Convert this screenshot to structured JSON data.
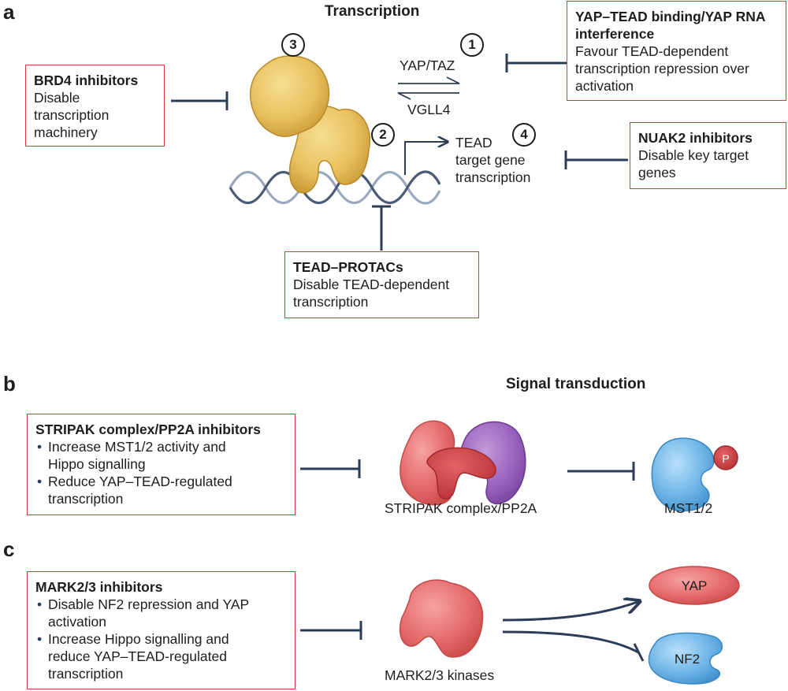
{
  "panel_a": {
    "letter": "a",
    "title": "Transcription",
    "step_numbers": [
      "1",
      "2",
      "3",
      "4"
    ],
    "yap_taz_label": "YAP/TAZ",
    "vgll4_label": "VGLL4",
    "target_gene_label": [
      "TEAD",
      "target gene",
      "transcription"
    ],
    "boxes": {
      "brd4": {
        "title": "BRD4 inhibitors",
        "lines": [
          "Disable",
          "transcription",
          "machinery"
        ]
      },
      "yap_tead": {
        "title_lines": [
          "YAP–TEAD binding/YAP RNA",
          "interference"
        ],
        "lines": [
          "Favour TEAD-dependent",
          "transcription repression over",
          "activation"
        ]
      },
      "nuak2": {
        "title": "NUAK2 inhibitors",
        "lines": [
          "Disable key target",
          "genes"
        ]
      },
      "protacs": {
        "title": "TEAD–PROTACs",
        "lines": [
          "Disable TEAD-dependent",
          "transcription"
        ]
      }
    }
  },
  "panel_b": {
    "letter": "b",
    "title": "Signal transduction",
    "box": {
      "title": "STRIPAK complex/PP2A inhibitors",
      "bullets": [
        [
          "Increase MST1/2 activity and",
          "Hippo signalling"
        ],
        [
          "Reduce YAP–TEAD-regulated",
          "transcription"
        ]
      ]
    },
    "stripak_label": "STRIPAK complex/PP2A",
    "mst_label": "MST1/2",
    "phospho_label": "P"
  },
  "panel_c": {
    "letter": "c",
    "box": {
      "title": "MARK2/3 inhibitors",
      "bullets": [
        [
          "Disable NF2 repression and YAP",
          "activation"
        ],
        [
          "Increase Hippo signalling and",
          "reduce YAP–TEAD-regulated",
          "transcription"
        ]
      ]
    },
    "mark_label": "MARK2/3 kinases",
    "yap_label": "YAP",
    "nf2_label": "NF2"
  },
  "colors": {
    "box_border": "#d83a3a",
    "inhibitor_line": "#2d3d57",
    "tead_protein": "#e9c25f",
    "red_protein": "#e56a6a",
    "purple_protein": "#8f58b5",
    "blue_protein": "#5aa7de",
    "dna_dark": "#4a5a74",
    "dna_light": "#9aa8bd"
  }
}
